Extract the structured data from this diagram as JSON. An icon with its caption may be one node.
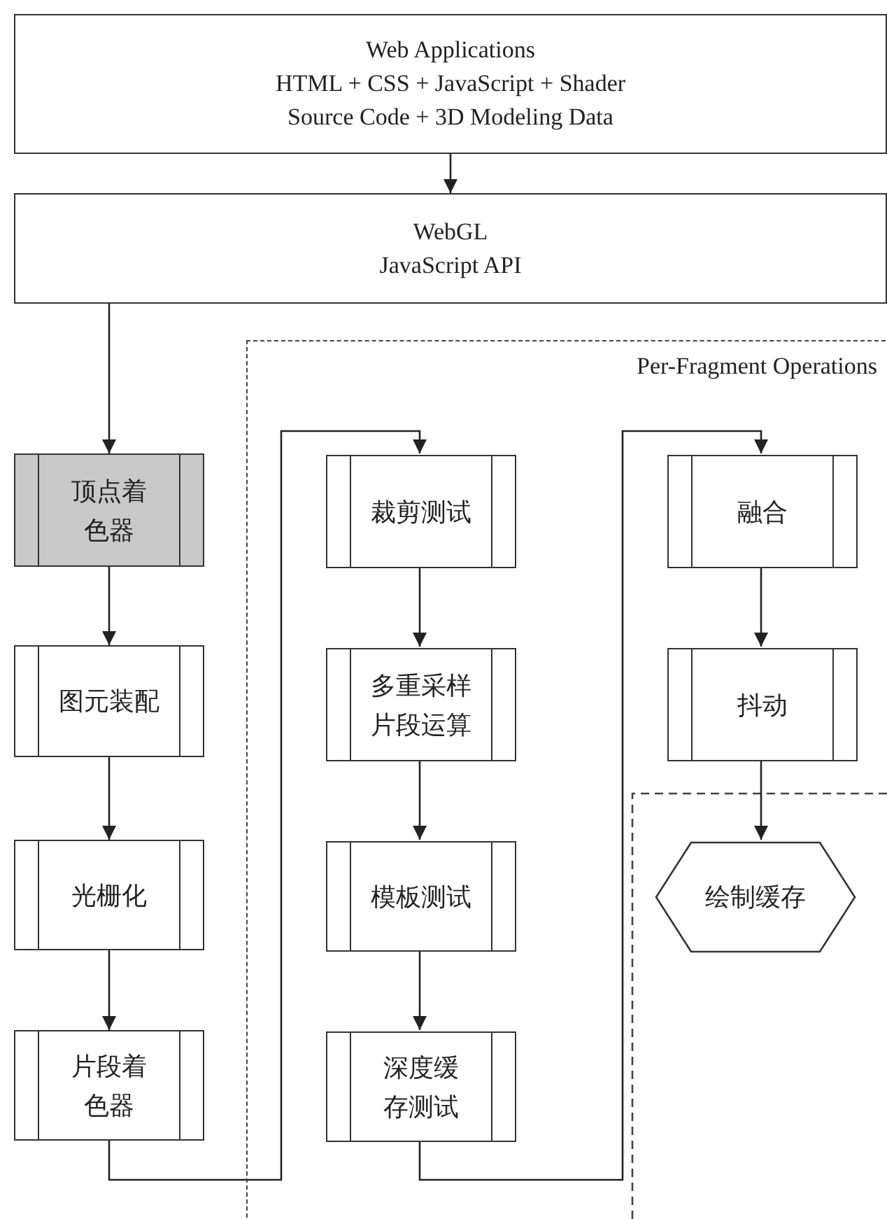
{
  "diagram": {
    "nodes": [
      {
        "text": [
          "Web Applications",
          "HTML + CSS + JavaScript + Shader Source Code + 3D Modeling Data"
        ]
      },
      {
        "text": [
          "WebGL",
          "JavaScript API"
        ]
      },
      {
        "text": [
          "Per-Fragment Operations"
        ]
      },
      {
        "text": [
          "顶点着色器"
        ]
      },
      {
        "text": [
          "图元装配"
        ]
      },
      {
        "text": [
          "光栅化"
        ]
      },
      {
        "text": [
          "片段着色器"
        ]
      },
      {
        "text": [
          "裁剪测试"
        ],
        "in": 2
      },
      {
        "text": [
          "多重采样片段运算"
        ],
        "in": 2
      },
      {
        "text": [
          "模板测试"
        ],
        "in": 2
      },
      {
        "text": [
          "深度缓存测试"
        ],
        "in": 2
      },
      {
        "text": [
          "融合"
        ],
        "in": 2
      },
      {
        "text": [
          "抖动"
        ],
        "in": 2
      },
      {
        "text": [
          "绘制缓存"
        ],
        "in": 2
      }
    ],
    "edges": [
      {
        "from": 0,
        "to": 1,
        "arrow": "to"
      },
      {
        "from": 1,
        "to": 3,
        "arrow": "to"
      },
      {
        "from": 3,
        "to": 4,
        "arrow": "to"
      },
      {
        "from": 4,
        "to": 5,
        "arrow": "to"
      },
      {
        "from": 5,
        "to": 6,
        "arrow": "to"
      },
      {
        "from": 6,
        "to": 7,
        "arrow": "to"
      },
      {
        "from": 7,
        "to": 8,
        "arrow": "to"
      },
      {
        "from": 8,
        "to": 9,
        "arrow": "to"
      },
      {
        "from": 9,
        "to": 10,
        "arrow": "to"
      },
      {
        "from": 10,
        "to": 11,
        "arrow": "to"
      },
      {
        "from": 11,
        "to": 12,
        "arrow": "to"
      },
      {
        "from": 12,
        "to": 13,
        "arrow": "to"
      }
    ]
  }
}
